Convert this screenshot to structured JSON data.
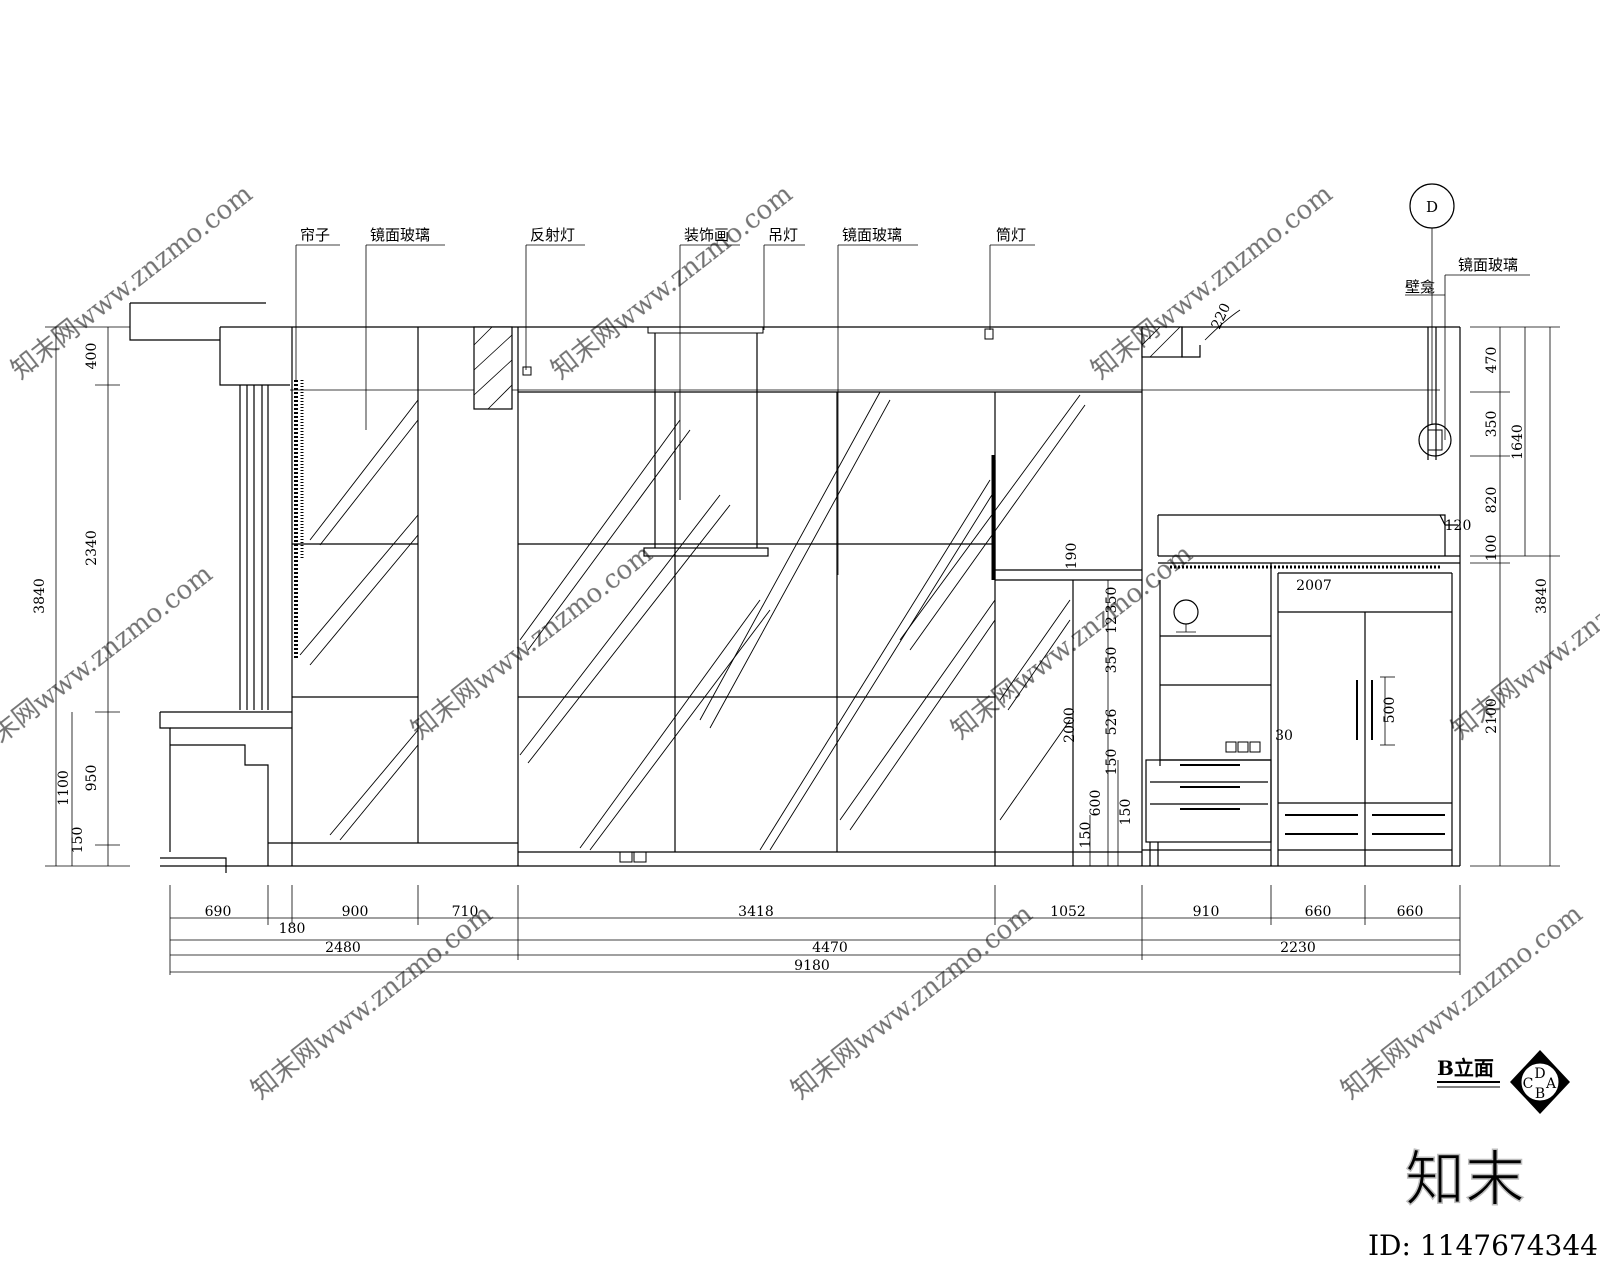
{
  "labels": {
    "curtain": "帘子",
    "mirror_glass_1": "镜面玻璃",
    "reflect_light": "反射灯",
    "deco_painting": "装饰画",
    "pendant_light": "吊灯",
    "mirror_glass_2": "镜面玻璃",
    "downlight": "筒灯",
    "niche": "壁龛",
    "mirror_glass_3": "镜面玻璃"
  },
  "bubble": "D",
  "title": "B立面",
  "compass": {
    "top": "D",
    "right": "A",
    "bottom": "B",
    "left": "C"
  },
  "bottom_dims": {
    "row1": [
      "690",
      "180",
      "900",
      "710",
      "3418",
      "1052",
      "910",
      "660",
      "660"
    ],
    "row2": [
      "2480",
      "4470",
      "2230"
    ],
    "total": "9180"
  },
  "left_dims": {
    "d400": "400",
    "d2340": "2340",
    "d3840": "3840",
    "d1100": "1100",
    "d950": "950",
    "d150": "150"
  },
  "right_dims": {
    "d470": "470",
    "d350": "350",
    "d1640": "1640",
    "d820": "820",
    "d100": "100",
    "d3840": "3840",
    "d2100": "2100"
  },
  "inner_dims": {
    "d220": "220",
    "d190": "190",
    "d2007": "2007",
    "d120": "120",
    "d350a": "350",
    "d12": "12",
    "d350b": "350",
    "d2000": "2000",
    "d526": "526",
    "d150a": "150",
    "d600": "600",
    "d150b": "150",
    "d150c": "150",
    "d30": "30",
    "d500": "500"
  },
  "watermark": {
    "site": "知末网www.znzmo.com",
    "brand": "知末",
    "id": "ID: 1147674344"
  }
}
